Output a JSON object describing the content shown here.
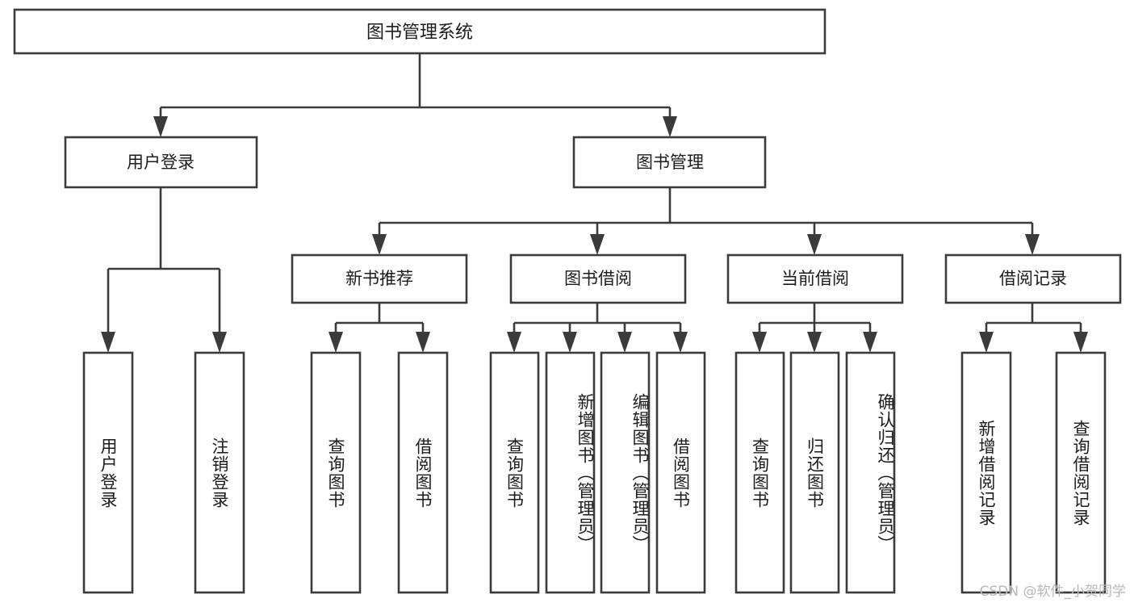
{
  "diagram": {
    "kind": "functional-structure-tree",
    "orientation": "top-down",
    "root": {
      "label": "图书管理系统"
    },
    "level2": [
      {
        "label": "用户登录"
      },
      {
        "label": "图书管理"
      }
    ],
    "level3": [
      {
        "label": "新书推荐"
      },
      {
        "label": "图书借阅"
      },
      {
        "label": "当前借阅"
      },
      {
        "label": "借阅记录"
      }
    ],
    "leaves": {
      "user_login": [
        {
          "label": "用户登录"
        },
        {
          "label": "注销登录"
        }
      ],
      "new_book": [
        {
          "label": "查询图书"
        },
        {
          "label": "借阅图书"
        }
      ],
      "book_borrow": [
        {
          "label": "查询图书"
        },
        {
          "label": "新增图书（管理员）"
        },
        {
          "label": "编辑图书（管理员）"
        },
        {
          "label": "借阅图书"
        }
      ],
      "current_borrow": [
        {
          "label": "查询图书"
        },
        {
          "label": "归还图书"
        },
        {
          "label": "确认归还（管理员）"
        }
      ],
      "borrow_record": [
        {
          "label": "新增借阅记录"
        },
        {
          "label": "查询借阅记录"
        }
      ]
    }
  },
  "watermark": {
    "text": "CSDN @软件_小贺同学"
  },
  "colors": {
    "box_stroke": "#3b3b3b",
    "box_fill": "#ffffff",
    "text": "#1c1c1c",
    "watermark": "#b9b9b9",
    "background": "#ffffff"
  }
}
